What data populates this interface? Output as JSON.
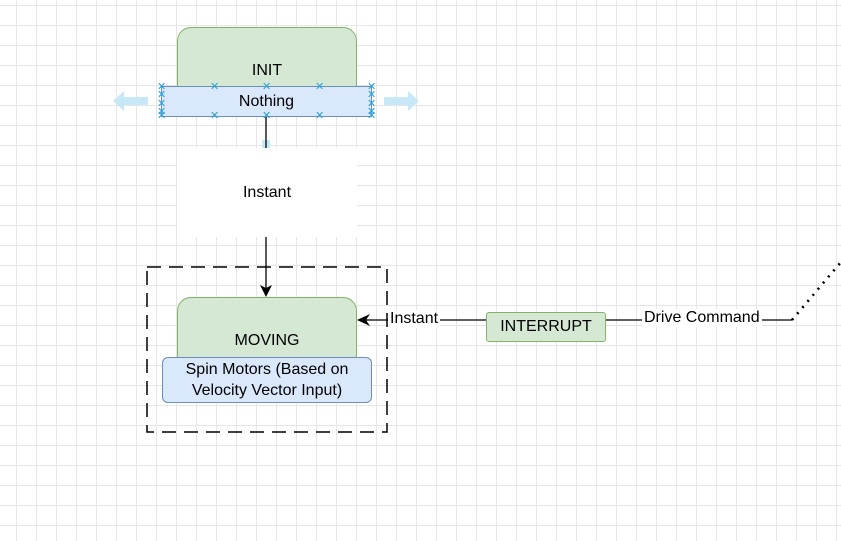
{
  "nodes": {
    "init": {
      "title": "INIT",
      "action": "Nothing"
    },
    "moving": {
      "title": "MOVING",
      "action": "Spin Motors (Based on Velocity Vector Input)"
    },
    "interrupt": {
      "title": "INTERRUPT"
    }
  },
  "edges": {
    "init_to_moving": {
      "label": "Instant"
    },
    "interrupt_to_moving": {
      "label": "Instant"
    },
    "drive": {
      "label": "Drive Command"
    }
  },
  "colors": {
    "state_fill": "#d5e8d4",
    "state_stroke": "#82b366",
    "action_fill": "#dae8fc",
    "action_stroke": "#6c8ebf",
    "selection": "#29a0d8",
    "hint_arrow": "#c6e8f7"
  }
}
